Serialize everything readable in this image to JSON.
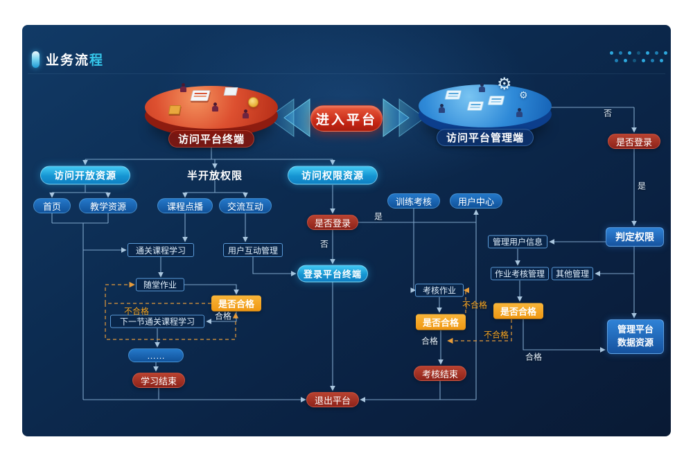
{
  "header": {
    "title_part1": "业务流",
    "title_part2": "程"
  },
  "entry": {
    "label": "进入平台"
  },
  "terminals": {
    "left_label": "访问平台终端",
    "right_label": "访问平台管理端"
  },
  "nodes": {
    "access_open": {
      "label": "访问开放资源"
    },
    "semi_open": {
      "label": "半开放权限"
    },
    "access_perm": {
      "label": "访问权限资源"
    },
    "home": {
      "label": "首页"
    },
    "teach_res": {
      "label": "教学资源"
    },
    "course_vod": {
      "label": "课程点播"
    },
    "interact": {
      "label": "交流互动"
    },
    "training_assess": {
      "label": "训练考核"
    },
    "user_center": {
      "label": "用户中心"
    },
    "login_check_mid": {
      "label": "是否登录"
    },
    "pass_course": {
      "label": "通关课程学习"
    },
    "user_interact_mgmt": {
      "label": "用户互动管理"
    },
    "login_terminal": {
      "label": "登录平台终端"
    },
    "class_homework": {
      "label": "随堂作业"
    },
    "qualified_left": {
      "label": "是否合格"
    },
    "next_course": {
      "label": "下一节通关课程学习"
    },
    "ellipsis": {
      "label": "……"
    },
    "study_end": {
      "label": "学习结束"
    },
    "assess_homework": {
      "label": "考核作业"
    },
    "qualified_mid": {
      "label": "是否合格"
    },
    "assess_end": {
      "label": "考核结束"
    },
    "exit_platform": {
      "label": "退出平台"
    },
    "manage_user_info": {
      "label": "管理用户信息"
    },
    "homework_assess_mgmt": {
      "label": "作业考核管理"
    },
    "other_mgmt": {
      "label": "其他管理"
    },
    "qualified_right": {
      "label": "是否合格"
    },
    "login_check_right": {
      "label": "是否登录"
    },
    "judge_perm": {
      "label": "判定权限"
    },
    "manage_platform_data": {
      "line1": "管理平台",
      "line2": "数据资源"
    }
  },
  "edge_labels": {
    "yes_mid": "是",
    "no_mid": "否",
    "nq_left": "不合格",
    "q_left": "合格",
    "nq_mid": "不合格",
    "q_mid": "合格",
    "nq_right": "不合格",
    "q_right": "合格",
    "no_right": "否",
    "yes_right": "是"
  },
  "colors": {
    "accent_cyan": "#2fb9e8",
    "button_blue": "#1b6ab5",
    "warning_orange": "#f5a11c",
    "danger_red": "#a32b22",
    "entry_red": "#c4281a",
    "line_blue": "#8db4d8",
    "bg_navy": "#0c2b50"
  }
}
